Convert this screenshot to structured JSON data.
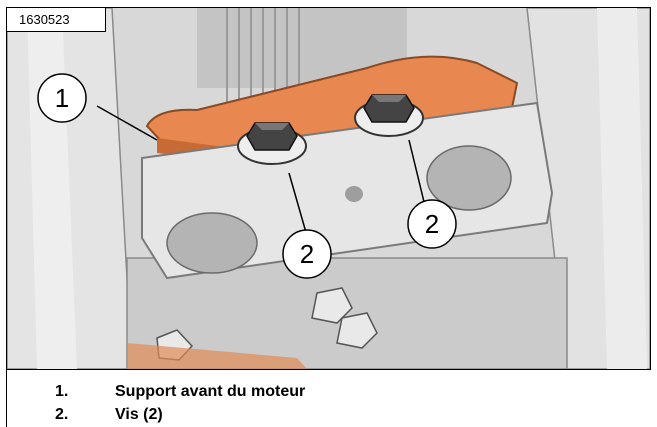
{
  "figure": {
    "id": "1630523",
    "callouts": [
      "1",
      "2",
      "2"
    ]
  },
  "legend": [
    {
      "number": "1.",
      "text": "Support avant du moteur"
    },
    {
      "number": "2.",
      "text": "Vis (2)"
    }
  ],
  "colors": {
    "bracket": "#e8874f",
    "bracket_shade": "#c86a36",
    "metal": "#cfcfcf",
    "background": "#dcdcdc"
  }
}
